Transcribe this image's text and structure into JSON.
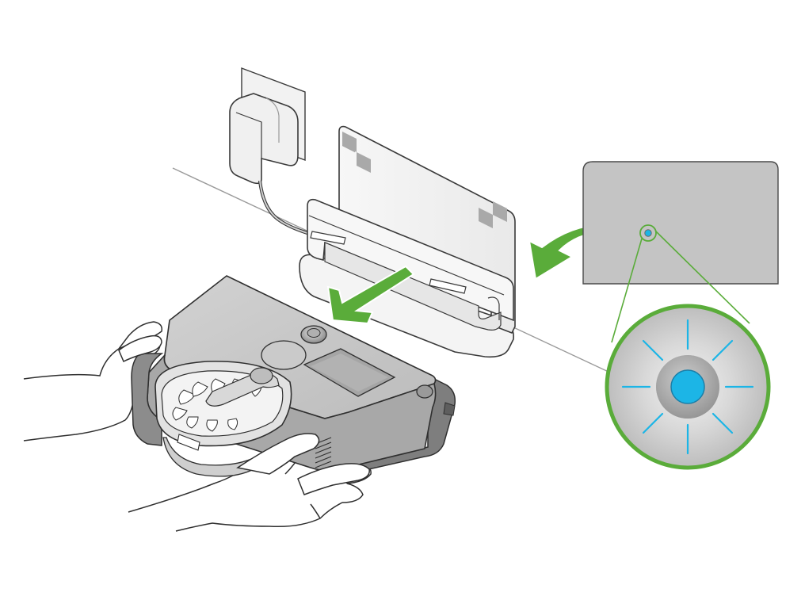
{
  "figure": {
    "kind": "instruction-illustration",
    "elements": [
      "wall-socket",
      "power-adapter",
      "charging-dock",
      "robot-vacuum",
      "hands",
      "placement-arrow",
      "callout-arrow",
      "indicator-panel",
      "indicator-zoom"
    ]
  },
  "colors": {
    "accent_green": "#5aac3a",
    "indicator_blue": "#1cb5e6",
    "outline": "#3a3a3a",
    "robot_grey": "#c8c8c8",
    "robot_dark": "#7e7e7e",
    "panel_grey": "#c4c4c4",
    "dock_white": "#f4f4f4",
    "floor_line": "#9a9a9a"
  },
  "icons": {
    "placement_arrow": "arrow-down-left-icon",
    "callout_arrow": "curved-arrow-left-icon",
    "indicator": "light-indicator-icon"
  }
}
